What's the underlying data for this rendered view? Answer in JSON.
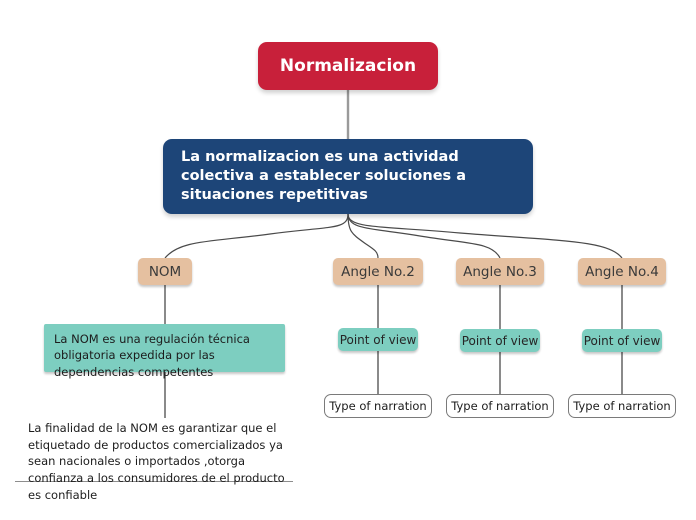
{
  "diagram": {
    "type": "mind-map",
    "title": "Normalizacion",
    "background_color": "#ffffff",
    "palette": {
      "root_red": "#C8203A",
      "main_navy": "#1D4578",
      "category_tan": "#E5C0A0",
      "teal": "#7DCEC0",
      "outline_gray": "#7a7a7a",
      "edge_gray": "#555555",
      "text_dark": "#1c1c1c",
      "text_light": "#ffffff"
    },
    "nodes": {
      "root": {
        "label": "Normalizacion"
      },
      "main": {
        "label": "La normalizacion es una actividad colectiva a establecer soluciones a situaciones repetitivas"
      },
      "categories": [
        {
          "label": "NOM"
        },
        {
          "label": "Angle No.2"
        },
        {
          "label": "Angle No.3"
        },
        {
          "label": "Angle No.4"
        }
      ],
      "nom_detail": {
        "label": "La NOM es una regulación técnica obligatoria expedida por las dependencias competentes"
      },
      "nom_leaf": {
        "label": "La finalidad de la NOM es garantizar que el etiquetado de productos comercializados ya sean nacionales o importados ,otorga confianza a los consumidores de el producto es confiable"
      },
      "points_of_view": [
        {
          "label": "Point of view"
        },
        {
          "label": "Point of view"
        },
        {
          "label": "Point of view"
        }
      ],
      "narrations": [
        {
          "label": "Type of narration"
        },
        {
          "label": "Type of narration"
        },
        {
          "label": "Type of narration"
        }
      ]
    }
  }
}
